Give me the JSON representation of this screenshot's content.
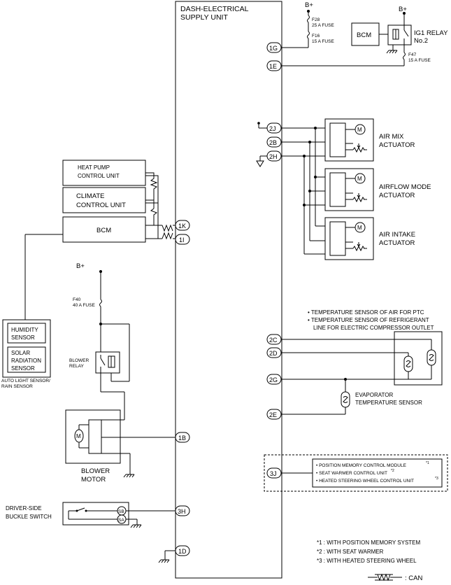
{
  "unit": {
    "line1": "DASH-ELECTRICAL",
    "line2": "SUPPLY UNIT"
  },
  "pins": {
    "p1G": "1G",
    "p1E": "1E",
    "p2J": "2J",
    "p2B": "2B",
    "p2H": "2H",
    "p1K": "1K",
    "p1I": "1I",
    "p1B": "1B",
    "p2C": "2C",
    "p2D": "2D",
    "p2G": "2G",
    "p2E": "2E",
    "p3J": "3J",
    "p3H": "3H",
    "p1D": "1D"
  },
  "power": {
    "bplus": "B+",
    "f28_name": "F28",
    "f28_rating": "25 A FUSE",
    "f16_name": "F16",
    "f16_rating": "15 A FUSE",
    "f47_name": "F47",
    "f47_rating": "15 A FUSE",
    "f40_name": "F40",
    "f40_rating": "40 A FUSE"
  },
  "labels": {
    "bcm": "BCM",
    "ig1_line1": "IG1 RELAY",
    "ig1_line2": "No.2",
    "heat_pump_line1": "HEAT PUMP",
    "heat_pump_line2": "CONTROL UNIT",
    "climate_line1": "CLIMATE",
    "climate_line2": "CONTROL UNIT",
    "humidity_line1": "HUMIDITY",
    "humidity_line2": "SENSOR",
    "solar_line1": "SOLAR",
    "solar_line2": "RADIATION",
    "solar_line3": "SENSOR",
    "auto_light_line1": "AUTO LIGHT SENSOR/",
    "auto_light_line2": "RAIN SENSOR",
    "blower_relay_line1": "BLOWER",
    "blower_relay_line2": "RELAY",
    "blower_motor_line1": "BLOWER",
    "blower_motor_line2": "MOTOR",
    "buckle_line1": "DRIVER-SIDE",
    "buckle_line2": "BUCKLE SWITCH",
    "air_mix_line1": "AIR MIX",
    "air_mix_line2": "ACTUATOR",
    "airflow_line1": "AIRFLOW MODE",
    "airflow_line2": "ACTUATOR",
    "air_intake_line1": "AIR INTAKE",
    "air_intake_line2": "ACTUATOR",
    "temp_sensor_line1": "• TEMPERATURE SENSOR OF AIR FOR PTC",
    "temp_sensor_line2": "• TEMPERATURE SENSOR OF REFRIGERANT",
    "temp_sensor_line3": "LINE FOR ELECTRIC COMPRESSOR OUTLET",
    "evap_line1": "EVAPORATOR",
    "evap_line2": "TEMPERATURE SENSOR",
    "opt_line1": "• POSITION MEMORY CONTROL MODULE",
    "opt_line2": "• SEAT WARMER CONTROL UNIT",
    "opt_line3": "• HEATED STEERING WHEEL CONTROL UNIT",
    "sup1": "*1",
    "sup2": "*2",
    "sup3": "*3",
    "sb": "SB",
    "sa": "SA",
    "motor": "M"
  },
  "notes": {
    "n1": "*1 :  WITH POSITION MEMORY SYSTEM",
    "n2": "*2 :  WITH SEAT WARMER",
    "n3": "*3 :  WITH HEATED STEERING WHEEL"
  },
  "legend": {
    "can": ": CAN"
  }
}
